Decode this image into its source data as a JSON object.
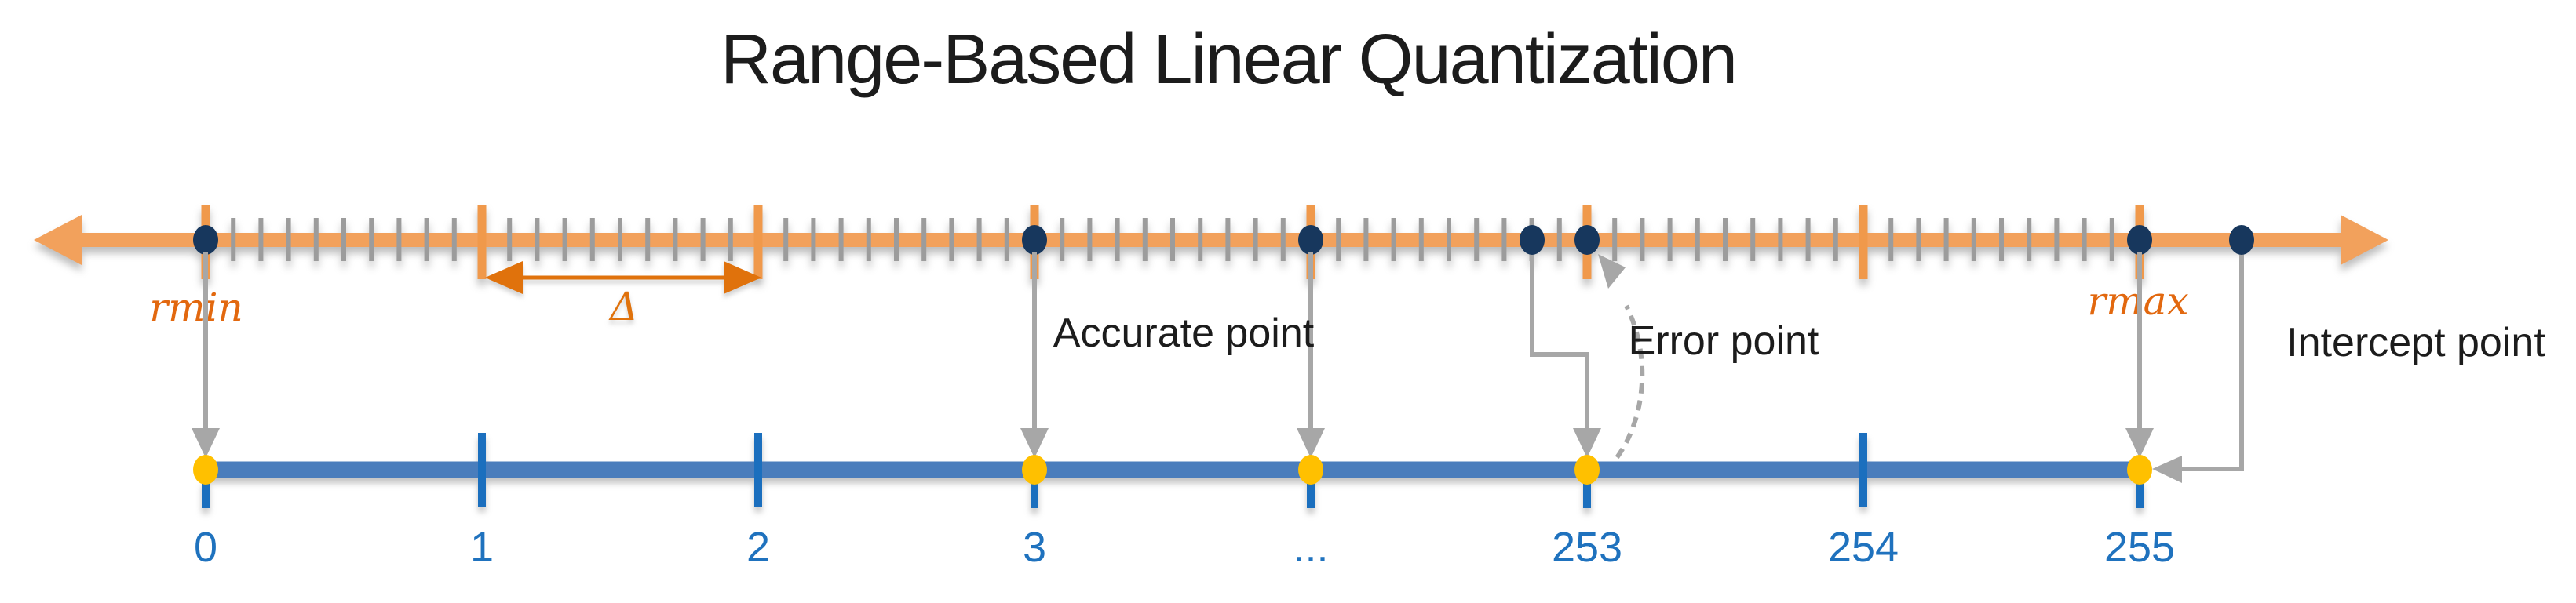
{
  "title": "Range-Based Linear Quantization",
  "real_axis": {
    "min_label": "rmin",
    "max_label": "rmax",
    "step_label": "Δ"
  },
  "quant_axis": {
    "tick_labels": [
      "0",
      "1",
      "2",
      "3",
      "...",
      "253",
      "254",
      "255"
    ]
  },
  "annotations": {
    "accurate": "Accurate point",
    "error": "Error point",
    "intercept": "Intercept point"
  },
  "colors": {
    "orange_line": "#F2A15C",
    "orange_tick": "#F0994B",
    "orange_dark": "#E0720C",
    "rlabel_orange": "#E2680F",
    "navy_dot": "#17375D",
    "gold_dot": "#FFC000",
    "blue_bar": "#4A7DBC",
    "blue_tick": "#1B6FBE",
    "blue_text": "#1F72BE",
    "gray_arrow": "#A7A7A7",
    "minor_tick": "#9C9C9C",
    "text": "#1C1C1C"
  }
}
